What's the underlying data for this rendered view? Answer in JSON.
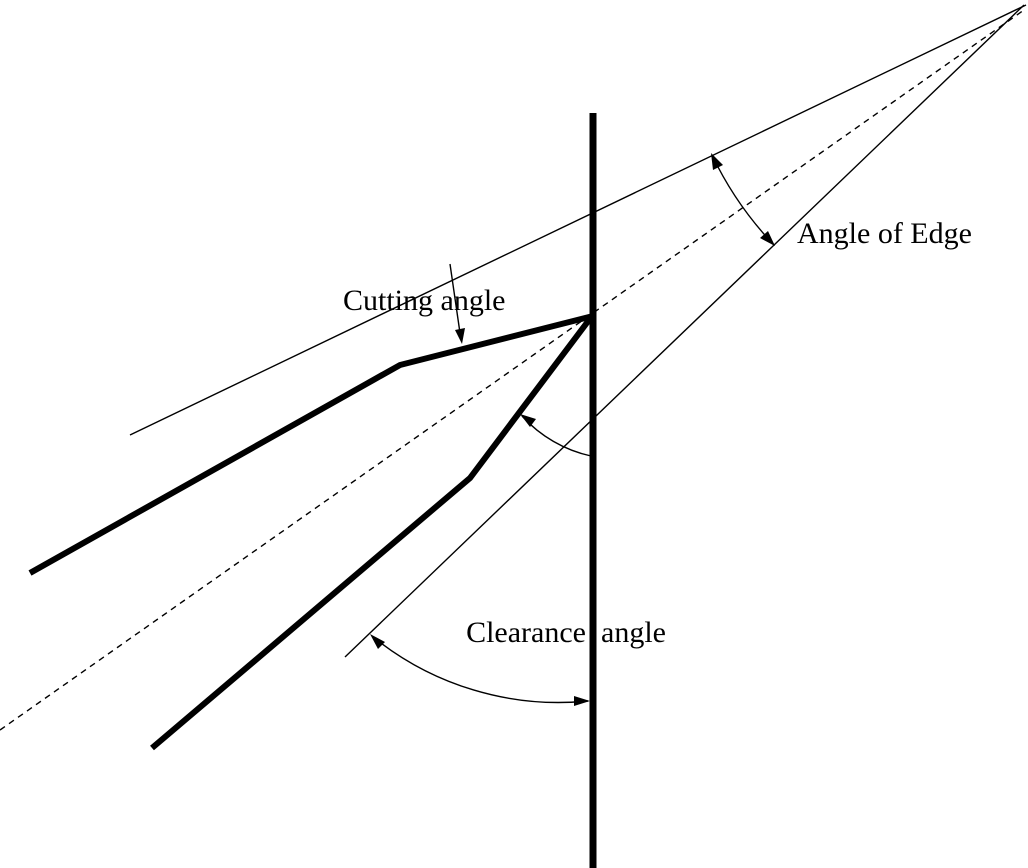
{
  "diagram": {
    "background": "#ffffff",
    "stroke_color": "#000000",
    "labels": {
      "angle_of_edge": "Angle of Edge",
      "cutting_angle": "Cutting angle",
      "clearance_word1": "Clearance",
      "clearance_word2": "angle"
    }
  }
}
